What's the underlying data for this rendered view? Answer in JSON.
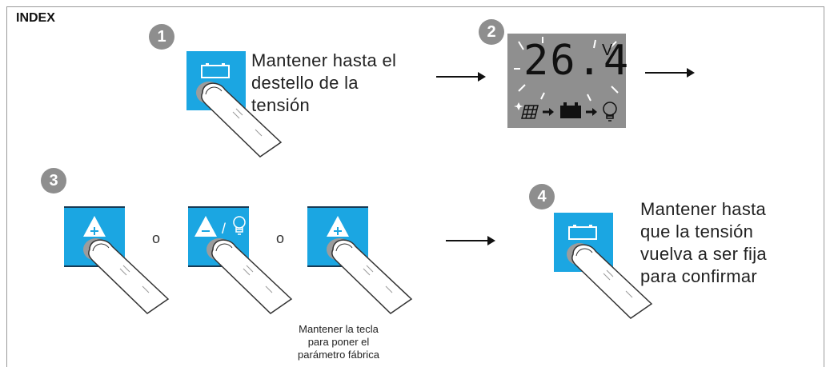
{
  "header": {
    "title": "INDEX"
  },
  "steps": [
    {
      "number": "1",
      "text_lines": [
        "Mantener hasta el",
        "destello de la",
        "tensión"
      ],
      "icon": "battery-icon"
    },
    {
      "number": "2",
      "display_value": "26.4",
      "display_unit": "V",
      "icons": [
        "solar-panel-icon",
        "arrow-right-icon",
        "battery-icon",
        "arrow-right-icon",
        "light-bulb-icon"
      ]
    },
    {
      "number": "3",
      "buttons": [
        {
          "icon": "plus-triangle-icon"
        },
        {
          "icon": "minus-triangle-bulb-icon",
          "separator": "/"
        },
        {
          "icon": "plus-triangle-icon"
        }
      ],
      "or_label": "o",
      "note_lines": [
        "Mantener la tecla",
        "para poner el",
        "parámetro fábrica"
      ]
    },
    {
      "number": "4",
      "text_lines": [
        "Mantener hasta",
        "que la tensión",
        "vuelva a ser fija",
        "para confirmar"
      ],
      "icon": "battery-icon"
    }
  ],
  "colors": {
    "key_blue": "#1ba6e2",
    "badge_gray": "#8e8e8e",
    "display_gray": "#8f8f8f"
  }
}
